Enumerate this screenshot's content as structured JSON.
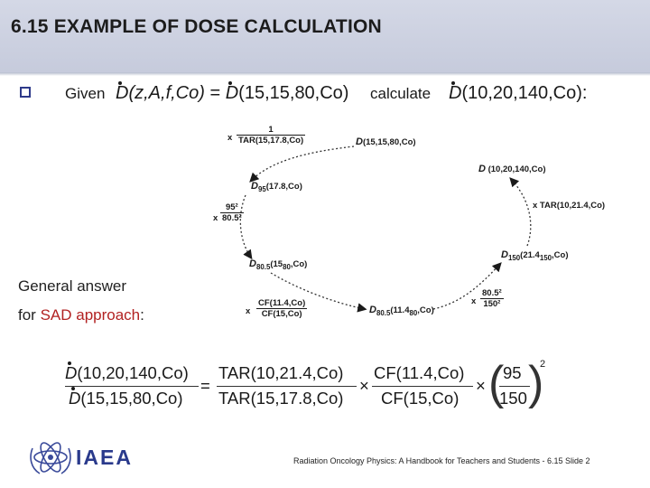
{
  "title": "6.15  EXAMPLE OF DOSE CALCULATION",
  "given": {
    "given_label": "Given",
    "expr_left": "(z,A,f,Co)",
    "eq": "=",
    "expr_mid": "(15,15,80,Co)",
    "calculate_label": "calculate",
    "expr_right": "(10,20,140,Co):",
    "symbol": "D"
  },
  "cycle": {
    "top_frac_num": "1",
    "top_frac_den": "TAR(15,17.8,Co)",
    "node_top": "(15,15,80,Co)",
    "node_right_top": "(10,20,140,Co)",
    "node_95": "(17.8,Co)",
    "node_95_sub": "95",
    "left_frac_num": "95²",
    "left_frac_den": "80.5²",
    "right_mult": "x TAR(10,21.4,Co)",
    "node_805": "(15",
    "node_805_sub": "80.5",
    "node_805_sub2": "80",
    "node_805_tail": ",Co)",
    "node_150": "(21.4",
    "node_150_sub": "150",
    "node_150_sub2": "150",
    "node_150_tail": ",Co)",
    "bottom_frac_num": "CF(11.4,Co)",
    "bottom_frac_den": "CF(15,Co)",
    "node_bottom": "(11.4",
    "node_bottom_sub": "80.5",
    "node_bottom_sub2": "80",
    "node_bottom_tail": ",Co)",
    "bottom_right_frac_num": "80.5²",
    "bottom_right_frac_den": "150²",
    "x": "x"
  },
  "general": {
    "line1": "General answer",
    "line2_prefix": "for ",
    "line2_red": "SAD approach",
    "line2_suffix": ":"
  },
  "formula": {
    "lhs_num": "(10,20,140,Co)",
    "lhs_den": "(15,15,80,Co)",
    "eq": "=",
    "t1_num": "TAR(10,21.4,Co)",
    "t1_den": "TAR(15,17.8,Co)",
    "times": "×",
    "t2_num": "CF(11.4,Co)",
    "t2_den": "CF(15,Co)",
    "t3_num": "95",
    "t3_den": "150",
    "exp": "2"
  },
  "logo_text": "IAEA",
  "footer": "Radiation Oncology Physics: A Handbook for Teachers and Students - 6.15 Slide 2"
}
